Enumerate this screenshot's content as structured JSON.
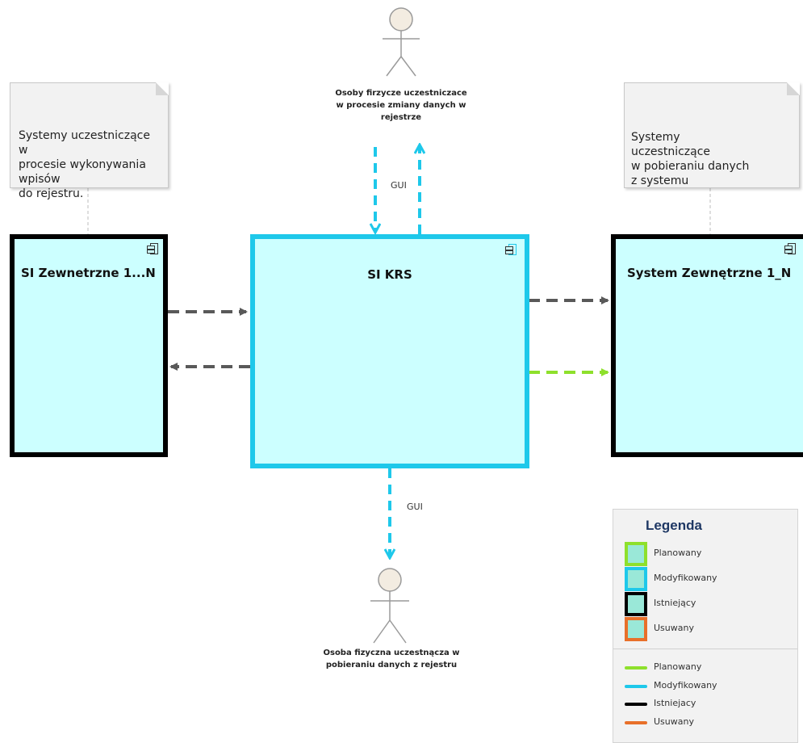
{
  "notes": {
    "left": "Systemy uczestniczące\nw\nprocesie wykonywania\nwpisów\ndo rejestru.",
    "right": "Systemy\nuczestniczące\nw pobieraniu danych\nz systemu"
  },
  "components": {
    "left": {
      "title": "SI Zewnetrzne 1...N"
    },
    "center": {
      "title": "SI KRS"
    },
    "right": {
      "title": "System Zewnętrzne 1_N"
    }
  },
  "actors": {
    "top": {
      "label": "Osoby firzycze uczestniczace\nw procesie zmiany danych w\nrejestrze"
    },
    "bottom": {
      "label": "Osoba fizyczna uczestnącza w\npobieraniu danych z rejestru"
    }
  },
  "connector_labels": {
    "top_gui": "GUI",
    "bottom_gui": "GUI"
  },
  "legend": {
    "title": "Legenda",
    "box_items": [
      {
        "label": "Planowany",
        "color": "#8ee02c"
      },
      {
        "label": "Modyfikowany",
        "color": "#1ec8ea"
      },
      {
        "label": "Istniejący",
        "color": "#000000"
      },
      {
        "label": "Usuwany",
        "color": "#e8702a"
      }
    ],
    "line_items": [
      {
        "label": "Planowany",
        "color": "#8ee02c"
      },
      {
        "label": "Modyfikowany",
        "color": "#1ec8ea"
      },
      {
        "label": "Istniejacy",
        "color": "#000000"
      },
      {
        "label": "Usuwany",
        "color": "#e8702a"
      }
    ]
  },
  "colors": {
    "component_fill": "#ccffff",
    "modified": "#1ec8ea",
    "existing": "#000000",
    "planned": "#8ee02c",
    "connector_gray": "#595959"
  }
}
